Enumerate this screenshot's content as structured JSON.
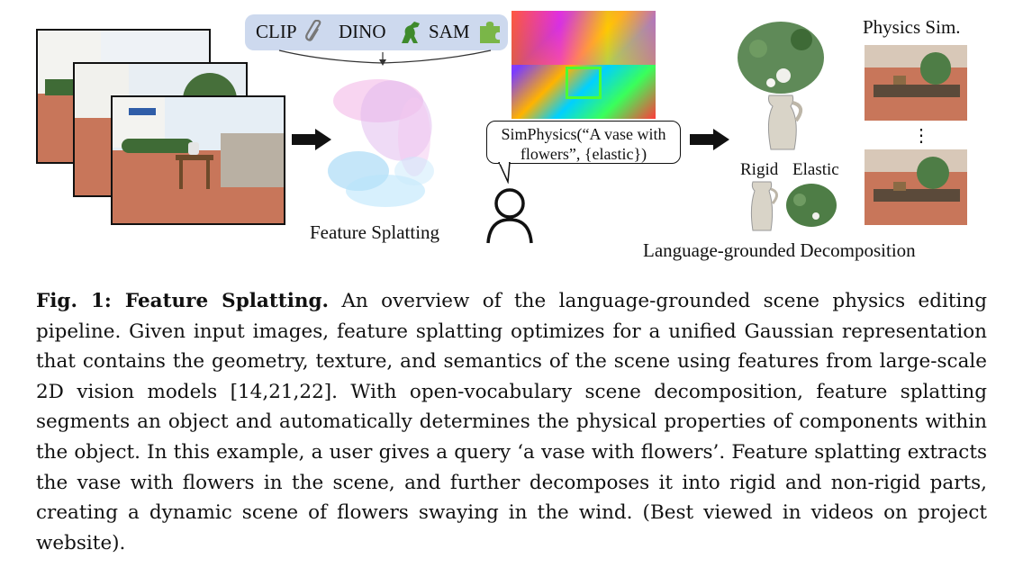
{
  "figure": {
    "models": [
      "CLIP",
      "DINO",
      "SAM"
    ],
    "feature_splatting_label": "Feature Splatting",
    "query_bubble_line1": "SimPhysics(“A vase with",
    "query_bubble_line2": "flowers”, {elastic})",
    "rigid_label": "Rigid",
    "elastic_label": "Elastic",
    "physics_sim_label": "Physics Sim.",
    "ellipsis": "⋮",
    "decomposition_label": "Language-grounded Decomposition"
  },
  "caption": {
    "label": "Fig. 1: Feature Splatting.",
    "text": "An overview of the language-grounded scene physics editing pipeline. Given input images, feature splatting optimizes for a unified Gaussian representation that contains the geometry, texture, and semantics of the scene using features from large-scale 2D vision models [14,21,22]. With open-vocabulary scene decomposition, feature splatting segments an object and automatically determines the physical properties of components within the object. In this example, a user gives a query ‘a vase with flowers’. Feature splatting extracts the vase with flowers in the scene, and further decomposes it into rigid and non-rigid parts, creating a dynamic scene of flowers swaying in the wind. (Best viewed in videos on project website)."
  },
  "colors": {
    "model_pill": "#cdd9ee",
    "tile": "#c8765a",
    "sky": "#e6eef5",
    "foliage": "#3f6b36",
    "table": "#6e4a2a"
  }
}
